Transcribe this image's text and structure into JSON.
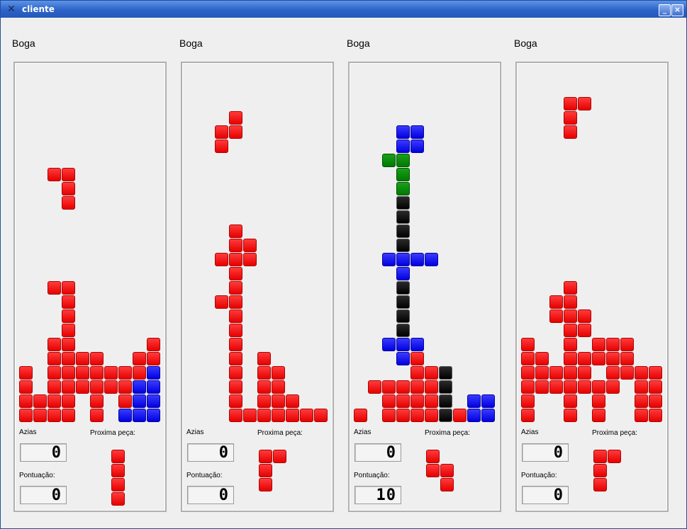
{
  "window": {
    "title": "cliente",
    "icon": "x-app-icon",
    "minimize_glyph": "_",
    "close_glyph": "×"
  },
  "colors": {
    "red": "#ff0000",
    "blue": "#0000ff",
    "green": "#008000",
    "black": "#000000"
  },
  "labels": {
    "holes": "Azias",
    "next": "Proxima peça:",
    "score": "Pontuação:"
  },
  "players": [
    {
      "name": "Boga",
      "holes": "0",
      "score": "0",
      "falling": [
        [
          "r",
          2,
          7
        ],
        [
          "r",
          3,
          7
        ],
        [
          "r",
          3,
          8
        ],
        [
          "r",
          3,
          9
        ]
      ],
      "stack": [
        [
          "r",
          2,
          15
        ],
        [
          "r",
          3,
          15
        ],
        [
          "r",
          3,
          16
        ],
        [
          "r",
          3,
          17
        ],
        [
          "r",
          3,
          18
        ],
        [
          "r",
          2,
          19
        ],
        [
          "r",
          3,
          19
        ],
        [
          "r",
          9,
          19
        ],
        [
          "r",
          2,
          20
        ],
        [
          "r",
          3,
          20
        ],
        [
          "r",
          4,
          20
        ],
        [
          "r",
          5,
          20
        ],
        [
          "r",
          8,
          20
        ],
        [
          "r",
          9,
          20
        ],
        [
          "r",
          0,
          21
        ],
        [
          "r",
          2,
          21
        ],
        [
          "r",
          3,
          21
        ],
        [
          "r",
          4,
          21
        ],
        [
          "r",
          5,
          21
        ],
        [
          "r",
          6,
          21
        ],
        [
          "r",
          7,
          21
        ],
        [
          "r",
          8,
          21
        ],
        [
          "b",
          9,
          21
        ],
        [
          "r",
          0,
          22
        ],
        [
          "r",
          2,
          22
        ],
        [
          "r",
          3,
          22
        ],
        [
          "r",
          4,
          22
        ],
        [
          "r",
          5,
          22
        ],
        [
          "r",
          6,
          22
        ],
        [
          "r",
          7,
          22
        ],
        [
          "b",
          8,
          22
        ],
        [
          "b",
          9,
          22
        ],
        [
          "r",
          0,
          23
        ],
        [
          "r",
          1,
          23
        ],
        [
          "r",
          2,
          23
        ],
        [
          "r",
          3,
          23
        ],
        [
          "r",
          5,
          23
        ],
        [
          "r",
          7,
          23
        ],
        [
          "b",
          8,
          23
        ],
        [
          "b",
          9,
          23
        ],
        [
          "r",
          0,
          24
        ],
        [
          "r",
          1,
          24
        ],
        [
          "r",
          2,
          24
        ],
        [
          "r",
          3,
          24
        ],
        [
          "r",
          5,
          24
        ],
        [
          "b",
          7,
          24
        ],
        [
          "b",
          8,
          24
        ],
        [
          "b",
          9,
          24
        ]
      ],
      "next": [
        [
          "r",
          0,
          0
        ],
        [
          "r",
          0,
          1
        ],
        [
          "r",
          0,
          2
        ],
        [
          "r",
          0,
          3
        ]
      ]
    },
    {
      "name": "Boga",
      "holes": "0",
      "score": "0",
      "falling": [
        [
          "r",
          3,
          3
        ],
        [
          "r",
          2,
          4
        ],
        [
          "r",
          3,
          4
        ],
        [
          "r",
          2,
          5
        ]
      ],
      "stack": [
        [
          "r",
          3,
          11
        ],
        [
          "r",
          3,
          12
        ],
        [
          "r",
          4,
          12
        ],
        [
          "r",
          2,
          13
        ],
        [
          "r",
          3,
          13
        ],
        [
          "r",
          4,
          13
        ],
        [
          "r",
          3,
          14
        ],
        [
          "r",
          3,
          15
        ],
        [
          "r",
          2,
          16
        ],
        [
          "r",
          3,
          16
        ],
        [
          "r",
          3,
          17
        ],
        [
          "r",
          3,
          18
        ],
        [
          "r",
          3,
          19
        ],
        [
          "r",
          3,
          20
        ],
        [
          "r",
          5,
          20
        ],
        [
          "r",
          3,
          21
        ],
        [
          "r",
          5,
          21
        ],
        [
          "r",
          6,
          21
        ],
        [
          "r",
          3,
          22
        ],
        [
          "r",
          5,
          22
        ],
        [
          "r",
          6,
          22
        ],
        [
          "r",
          3,
          23
        ],
        [
          "r",
          5,
          23
        ],
        [
          "r",
          6,
          23
        ],
        [
          "r",
          7,
          23
        ],
        [
          "r",
          3,
          24
        ],
        [
          "r",
          4,
          24
        ],
        [
          "r",
          5,
          24
        ],
        [
          "r",
          6,
          24
        ],
        [
          "r",
          7,
          24
        ],
        [
          "r",
          8,
          24
        ],
        [
          "r",
          9,
          24
        ]
      ],
      "next": [
        [
          "r",
          0,
          0
        ],
        [
          "r",
          1,
          0
        ],
        [
          "r",
          0,
          1
        ],
        [
          "r",
          0,
          2
        ]
      ]
    },
    {
      "name": "Boga",
      "holes": "0",
      "score": "10",
      "falling": [],
      "stack": [
        [
          "b",
          3,
          4
        ],
        [
          "b",
          4,
          4
        ],
        [
          "b",
          3,
          5
        ],
        [
          "b",
          4,
          5
        ],
        [
          "g",
          2,
          6
        ],
        [
          "g",
          3,
          6
        ],
        [
          "g",
          3,
          7
        ],
        [
          "g",
          3,
          8
        ],
        [
          "k",
          3,
          9
        ],
        [
          "k",
          3,
          10
        ],
        [
          "k",
          3,
          11
        ],
        [
          "k",
          3,
          12
        ],
        [
          "b",
          2,
          13
        ],
        [
          "b",
          3,
          13
        ],
        [
          "b",
          4,
          13
        ],
        [
          "b",
          5,
          13
        ],
        [
          "b",
          3,
          14
        ],
        [
          "k",
          3,
          15
        ],
        [
          "k",
          3,
          16
        ],
        [
          "k",
          3,
          17
        ],
        [
          "k",
          3,
          18
        ],
        [
          "b",
          2,
          19
        ],
        [
          "b",
          3,
          19
        ],
        [
          "b",
          4,
          19
        ],
        [
          "b",
          3,
          20
        ],
        [
          "r",
          4,
          20
        ],
        [
          "r",
          4,
          21
        ],
        [
          "r",
          5,
          21
        ],
        [
          "k",
          6,
          21
        ],
        [
          "r",
          1,
          22
        ],
        [
          "r",
          2,
          22
        ],
        [
          "r",
          3,
          22
        ],
        [
          "r",
          4,
          22
        ],
        [
          "r",
          5,
          22
        ],
        [
          "k",
          6,
          22
        ],
        [
          "r",
          2,
          23
        ],
        [
          "r",
          3,
          23
        ],
        [
          "r",
          4,
          23
        ],
        [
          "r",
          5,
          23
        ],
        [
          "k",
          6,
          23
        ],
        [
          "b",
          8,
          23
        ],
        [
          "b",
          9,
          23
        ],
        [
          "r",
          0,
          24
        ],
        [
          "r",
          2,
          24
        ],
        [
          "r",
          3,
          24
        ],
        [
          "r",
          4,
          24
        ],
        [
          "r",
          5,
          24
        ],
        [
          "k",
          6,
          24
        ],
        [
          "r",
          7,
          24
        ],
        [
          "b",
          8,
          24
        ],
        [
          "b",
          9,
          24
        ]
      ],
      "next": [
        [
          "r",
          0,
          0
        ],
        [
          "r",
          0,
          1
        ],
        [
          "r",
          1,
          1
        ],
        [
          "r",
          1,
          2
        ]
      ]
    },
    {
      "name": "Boga",
      "holes": "0",
      "score": "0",
      "falling": [
        [
          "r",
          3,
          2
        ],
        [
          "r",
          4,
          2
        ],
        [
          "r",
          3,
          3
        ],
        [
          "r",
          3,
          4
        ]
      ],
      "stack": [
        [
          "r",
          3,
          15
        ],
        [
          "r",
          2,
          16
        ],
        [
          "r",
          3,
          16
        ],
        [
          "r",
          2,
          17
        ],
        [
          "r",
          3,
          17
        ],
        [
          "r",
          4,
          17
        ],
        [
          "r",
          3,
          18
        ],
        [
          "r",
          4,
          18
        ],
        [
          "r",
          0,
          19
        ],
        [
          "r",
          3,
          19
        ],
        [
          "r",
          5,
          19
        ],
        [
          "r",
          6,
          19
        ],
        [
          "r",
          7,
          19
        ],
        [
          "r",
          0,
          20
        ],
        [
          "r",
          1,
          20
        ],
        [
          "r",
          3,
          20
        ],
        [
          "r",
          4,
          20
        ],
        [
          "r",
          5,
          20
        ],
        [
          "r",
          6,
          20
        ],
        [
          "r",
          7,
          20
        ],
        [
          "r",
          0,
          21
        ],
        [
          "r",
          1,
          21
        ],
        [
          "r",
          2,
          21
        ],
        [
          "r",
          3,
          21
        ],
        [
          "r",
          4,
          21
        ],
        [
          "r",
          6,
          21
        ],
        [
          "r",
          7,
          21
        ],
        [
          "r",
          8,
          21
        ],
        [
          "r",
          9,
          21
        ],
        [
          "r",
          0,
          22
        ],
        [
          "r",
          1,
          22
        ],
        [
          "r",
          2,
          22
        ],
        [
          "r",
          3,
          22
        ],
        [
          "r",
          4,
          22
        ],
        [
          "r",
          5,
          22
        ],
        [
          "r",
          6,
          22
        ],
        [
          "r",
          8,
          22
        ],
        [
          "r",
          9,
          22
        ],
        [
          "r",
          0,
          23
        ],
        [
          "r",
          3,
          23
        ],
        [
          "r",
          5,
          23
        ],
        [
          "r",
          8,
          23
        ],
        [
          "r",
          9,
          23
        ],
        [
          "r",
          0,
          24
        ],
        [
          "r",
          3,
          24
        ],
        [
          "r",
          5,
          24
        ],
        [
          "r",
          8,
          24
        ],
        [
          "r",
          9,
          24
        ]
      ],
      "next": [
        [
          "r",
          0,
          0
        ],
        [
          "r",
          1,
          0
        ],
        [
          "r",
          0,
          1
        ],
        [
          "r",
          0,
          2
        ]
      ]
    }
  ]
}
